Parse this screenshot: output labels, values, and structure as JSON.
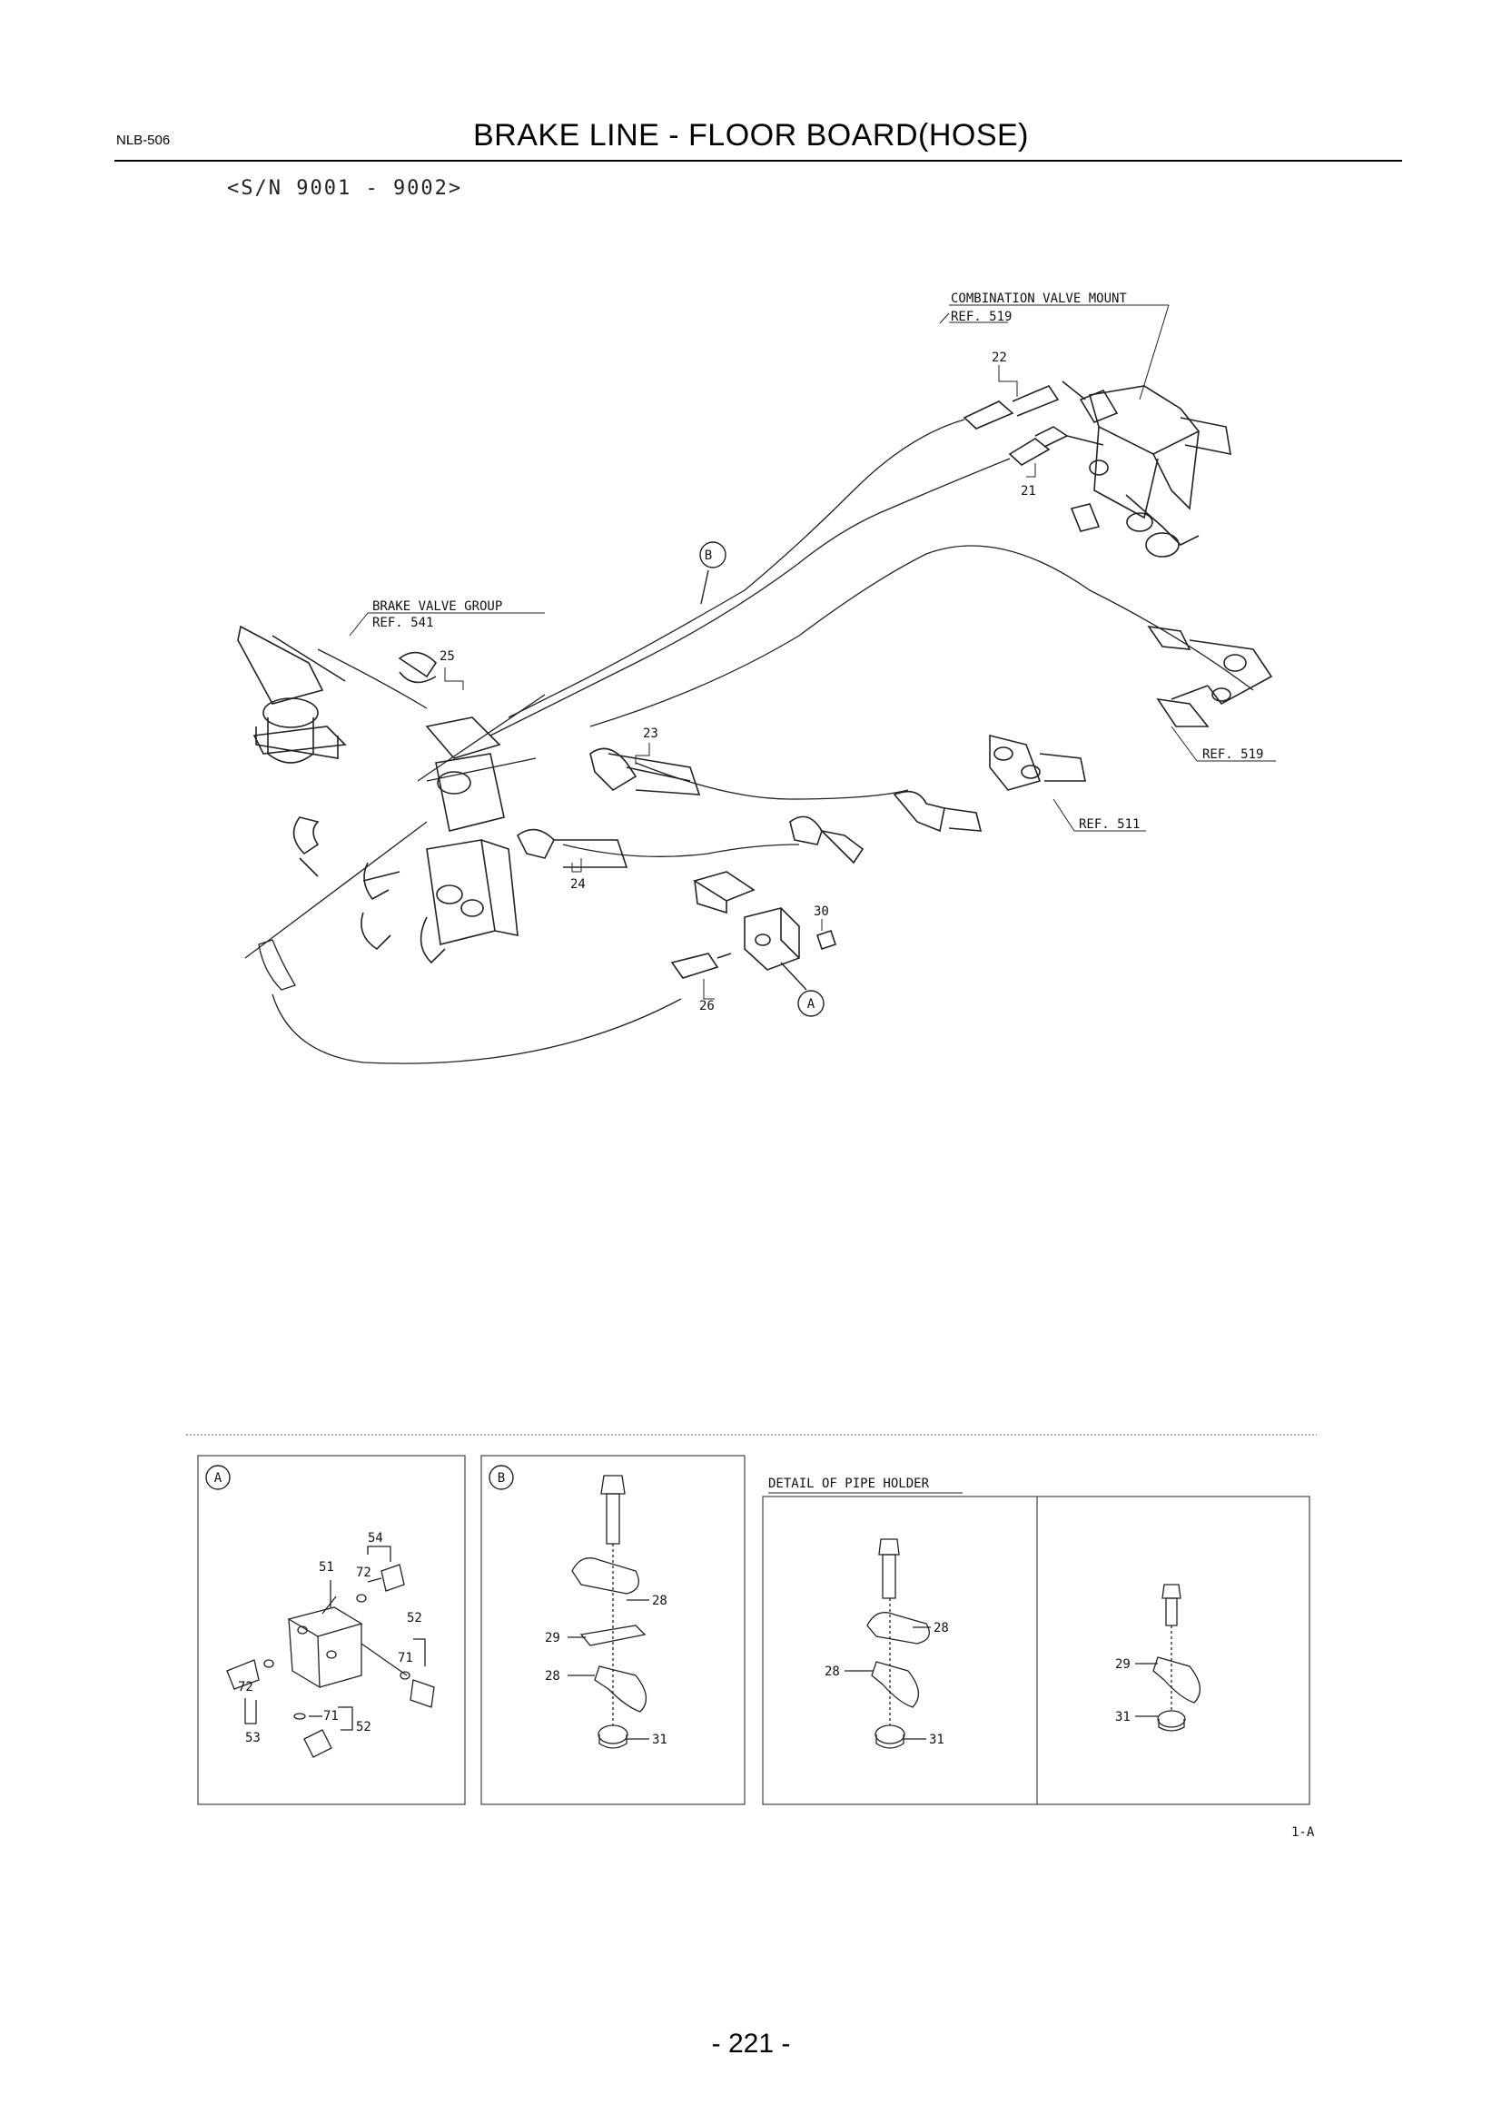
{
  "header": {
    "page_code": "NLB-506",
    "title": "BRAKE LINE - FLOOR BOARD(HOSE)",
    "serial_range": "<S/N 9001 - 9002>"
  },
  "main_diagram": {
    "callouts": {
      "combination_valve": "COMBINATION VALVE MOUNT",
      "combination_ref": "REF. 519",
      "brake_valve": "BRAKE VALVE GROUP",
      "brake_ref": "REF. 541",
      "ref_519b": "REF. 519",
      "ref_511": "REF. 511"
    },
    "part_numbers": {
      "p21": "21",
      "p22": "22",
      "p23": "23",
      "p24": "24",
      "p25": "25",
      "p26": "26",
      "p30": "30"
    },
    "detail_markers": {
      "a": "A",
      "b": "B"
    }
  },
  "details": {
    "panel_a": {
      "marker": "A",
      "labels": {
        "p51": "51",
        "p52a": "52",
        "p52b": "52",
        "p53": "53",
        "p54": "54",
        "p71a": "71",
        "p71b": "71",
        "p72a": "72",
        "p72b": "72"
      }
    },
    "panel_b": {
      "marker": "B",
      "labels": {
        "p28a": "28",
        "p29": "29",
        "p28b": "28",
        "p31": "31"
      }
    },
    "pipe_holder": {
      "title": "DETAIL OF PIPE HOLDER",
      "left_labels": {
        "p28a": "28",
        "p28b": "28",
        "p31": "31"
      },
      "right_labels": {
        "p29": "29",
        "p31": "31"
      }
    },
    "sheet_ref": "1-A"
  },
  "footer": {
    "page_number": "- 221 -"
  }
}
